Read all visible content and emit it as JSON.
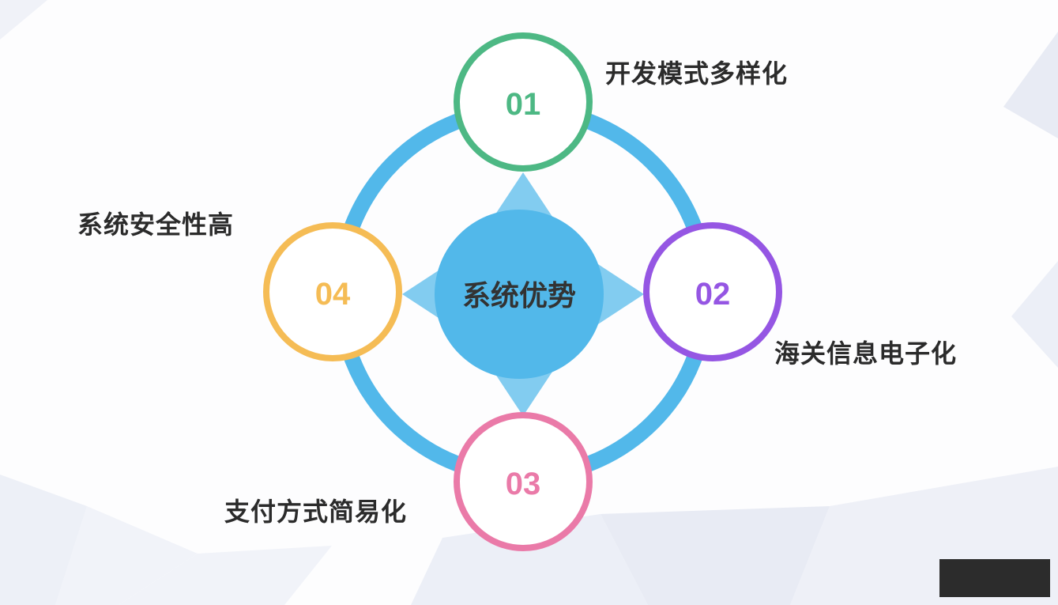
{
  "center": {
    "label": "系统优势",
    "color": "#52b8ea"
  },
  "ring_color": "#52b8ea",
  "nodes": [
    {
      "number": "01",
      "label": "开发模式多样化",
      "color": "#4db884"
    },
    {
      "number": "02",
      "label": "海关信息电子化",
      "color": "#9556e3"
    },
    {
      "number": "03",
      "label": "支付方式简易化",
      "color": "#ea7aa8"
    },
    {
      "number": "04",
      "label": "系统安全性高",
      "color": "#f5bc55"
    }
  ]
}
